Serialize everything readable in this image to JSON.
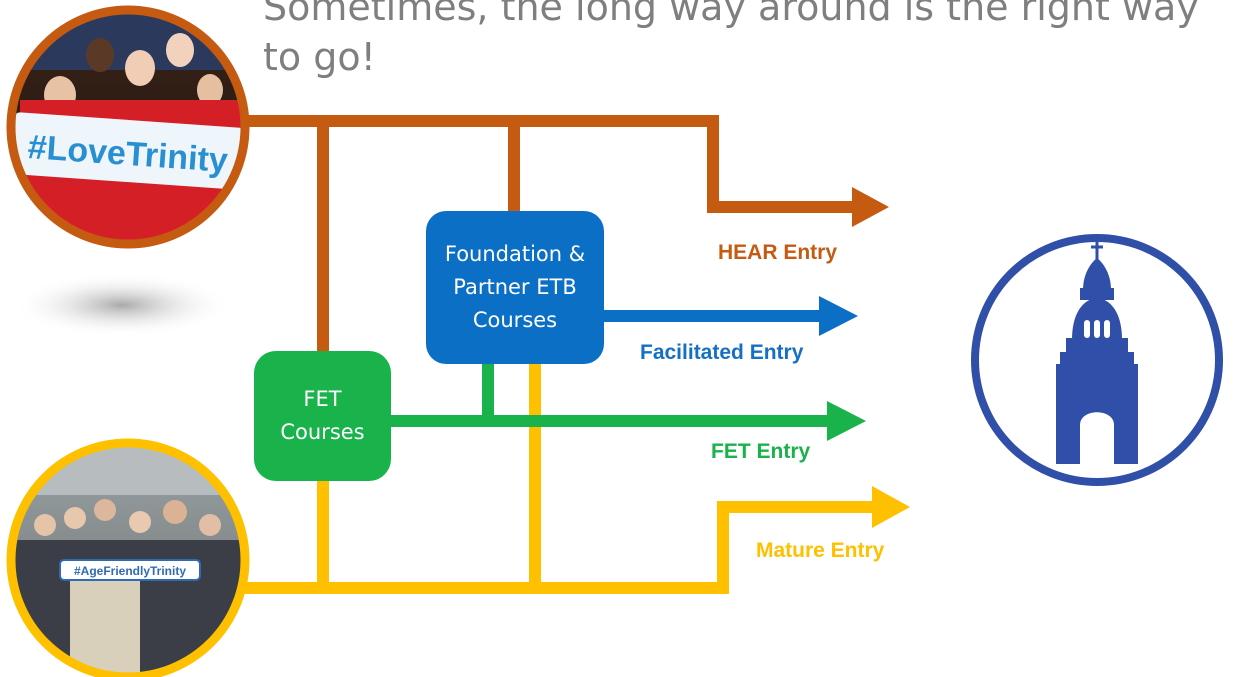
{
  "title": "Sometimes, the long way around is the right way to go!",
  "boxes": {
    "fet": [
      "FET",
      "Courses"
    ],
    "foundation": [
      "Foundation &",
      "Partner ETB",
      "Courses"
    ]
  },
  "routes": {
    "hear": "HEAR Entry",
    "facilitated": "Facilitated Entry",
    "fet": "FET Entry",
    "mature": "Mature Entry"
  },
  "photos": {
    "top_sign": "#LoveTrinity",
    "bottom_sign": "#AgeFriendlyTrinity"
  },
  "colors": {
    "hear": "#c55a11",
    "facilitated": "#0c6fc6",
    "fet": "#19b24b",
    "mature": "#ffc000",
    "logo": "#2f4fa8"
  },
  "icons": [
    "trinity-campanile-logo-icon"
  ]
}
